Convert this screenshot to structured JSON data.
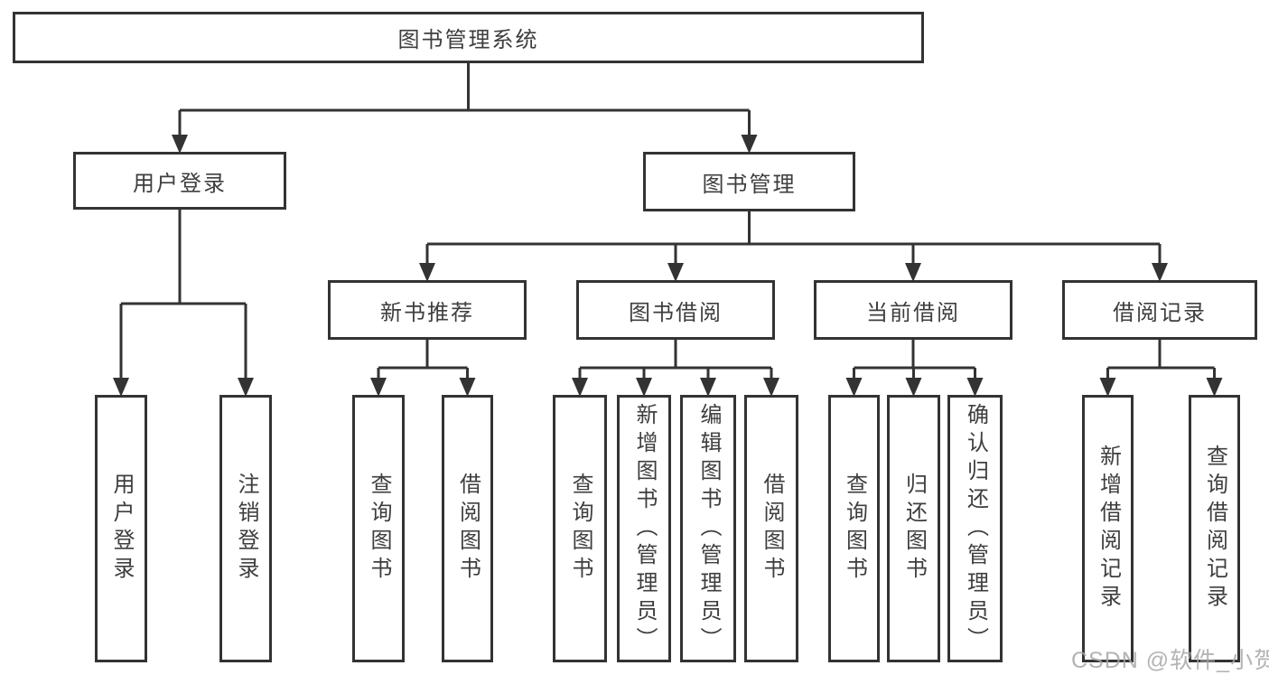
{
  "page": {
    "background": "#ffffff",
    "watermark": "CSDN @软件_小贺同学"
  },
  "diagram": {
    "type": "hierarchy-tree",
    "title": "图书管理系统",
    "colors": {
      "line": "#333333",
      "box_border": "#333333",
      "box_fill": "#ffffff",
      "text": "#3e3e3e",
      "watermark": "#a6a6a6",
      "background": "#ffffff"
    },
    "nodes": [
      {
        "id": "root",
        "label": "图书管理系统",
        "parent": null,
        "orientation": "horizontal"
      },
      {
        "id": "user-login",
        "label": "用户登录",
        "parent": "root",
        "orientation": "horizontal"
      },
      {
        "id": "book-mgmt",
        "label": "图书管理",
        "parent": "root",
        "orientation": "horizontal"
      },
      {
        "id": "login",
        "label": "用户登录",
        "parent": "user-login",
        "orientation": "vertical"
      },
      {
        "id": "logout",
        "label": "注销登录",
        "parent": "user-login",
        "orientation": "vertical"
      },
      {
        "id": "new-book-rec",
        "label": "新书推荐",
        "parent": "book-mgmt",
        "orientation": "horizontal"
      },
      {
        "id": "book-borrow",
        "label": "图书借阅",
        "parent": "book-mgmt",
        "orientation": "horizontal"
      },
      {
        "id": "current-borrow",
        "label": "当前借阅",
        "parent": "book-mgmt",
        "orientation": "horizontal"
      },
      {
        "id": "borrow-records",
        "label": "借阅记录",
        "parent": "book-mgmt",
        "orientation": "horizontal"
      },
      {
        "id": "rec-query-book",
        "label": "查询图书",
        "parent": "new-book-rec",
        "orientation": "vertical"
      },
      {
        "id": "rec-borrow-book",
        "label": "借阅图书",
        "parent": "new-book-rec",
        "orientation": "vertical"
      },
      {
        "id": "bb-query-book",
        "label": "查询图书",
        "parent": "book-borrow",
        "orientation": "vertical"
      },
      {
        "id": "bb-add-book",
        "label": "新增图书（管理员）",
        "parent": "book-borrow",
        "orientation": "vertical"
      },
      {
        "id": "bb-edit-book",
        "label": "编辑图书（管理员）",
        "parent": "book-borrow",
        "orientation": "vertical"
      },
      {
        "id": "bb-borrow-book",
        "label": "借阅图书",
        "parent": "book-borrow",
        "orientation": "vertical"
      },
      {
        "id": "cb-query-book",
        "label": "查询图书",
        "parent": "current-borrow",
        "orientation": "vertical"
      },
      {
        "id": "cb-return-book",
        "label": "归还图书",
        "parent": "current-borrow",
        "orientation": "vertical"
      },
      {
        "id": "cb-confirm-return",
        "label": "确认归还（管理员）",
        "parent": "current-borrow",
        "orientation": "vertical"
      },
      {
        "id": "br-add-record",
        "label": "新增借阅记录",
        "parent": "borrow-records",
        "orientation": "vertical"
      },
      {
        "id": "br-query-record",
        "label": "查询借阅记录",
        "parent": "borrow-records",
        "orientation": "vertical"
      }
    ]
  }
}
